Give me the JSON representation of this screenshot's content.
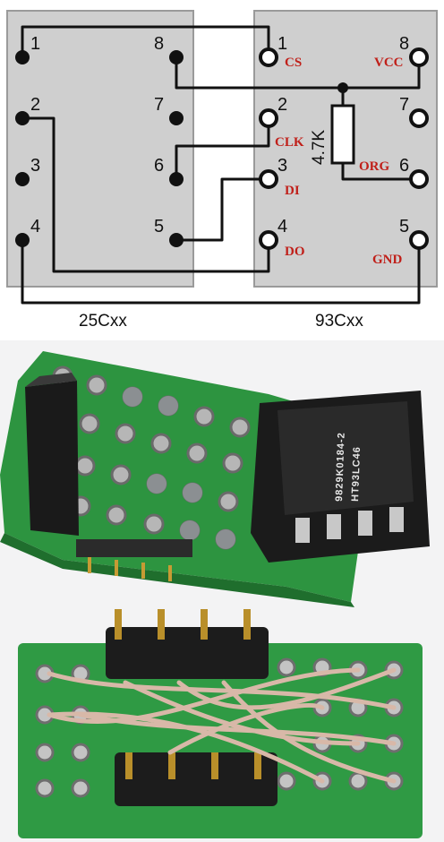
{
  "diagram": {
    "left_chip": {
      "name": "25Cxx",
      "pins": [
        "1",
        "2",
        "3",
        "4",
        "5",
        "6",
        "7",
        "8"
      ]
    },
    "right_chip": {
      "name": "93Cxx",
      "pins": [
        "1",
        "2",
        "3",
        "4",
        "5",
        "6",
        "7",
        "8"
      ],
      "signals": {
        "cs": "CS",
        "clk": "CLK",
        "di": "DI",
        "do": "DO",
        "gnd": "GND",
        "org": "ORG",
        "vcc": "VCC"
      }
    },
    "resistor_value": "4.7K",
    "colors": {
      "chip_fill": "#cfcfcf",
      "chip_border": "#9a9a9a",
      "wire": "#111111",
      "signal_label": "#c0201a"
    }
  },
  "photo_top": {
    "chip_marking": [
      "HT93LC46",
      "9829K0184-2"
    ]
  }
}
